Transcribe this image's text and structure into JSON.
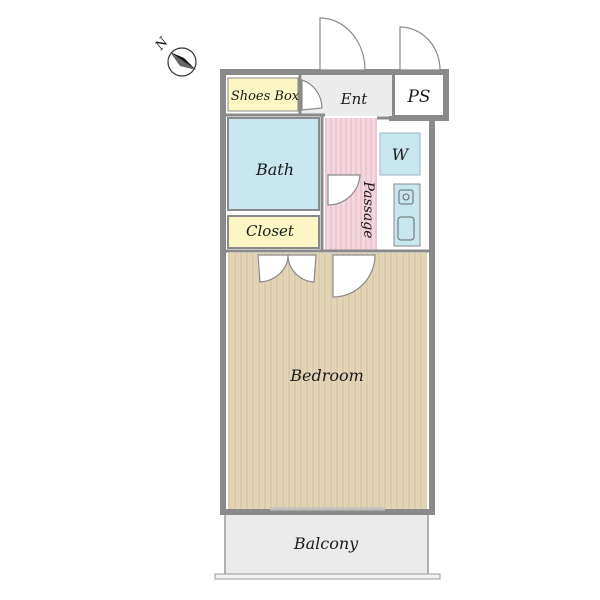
{
  "compass": {
    "label": "N"
  },
  "rooms": {
    "shoes_box": "Shoes Box",
    "entrance": "Ent",
    "pipe_space": "PS",
    "bath": "Bath",
    "washer": "W",
    "passage": "Passage",
    "closet": "Closet",
    "bedroom": "Bedroom",
    "balcony": "Balcony"
  },
  "colors": {
    "wall": "#8a8a8a",
    "bath": "#c8e6ee",
    "shoes_box": "#fbf6c4",
    "closet": "#fbf6c4",
    "passage": "#f3d4dc",
    "bedroom": "#e3d6b8",
    "balcony": "#ebebeb",
    "entrance": "#ececec"
  }
}
